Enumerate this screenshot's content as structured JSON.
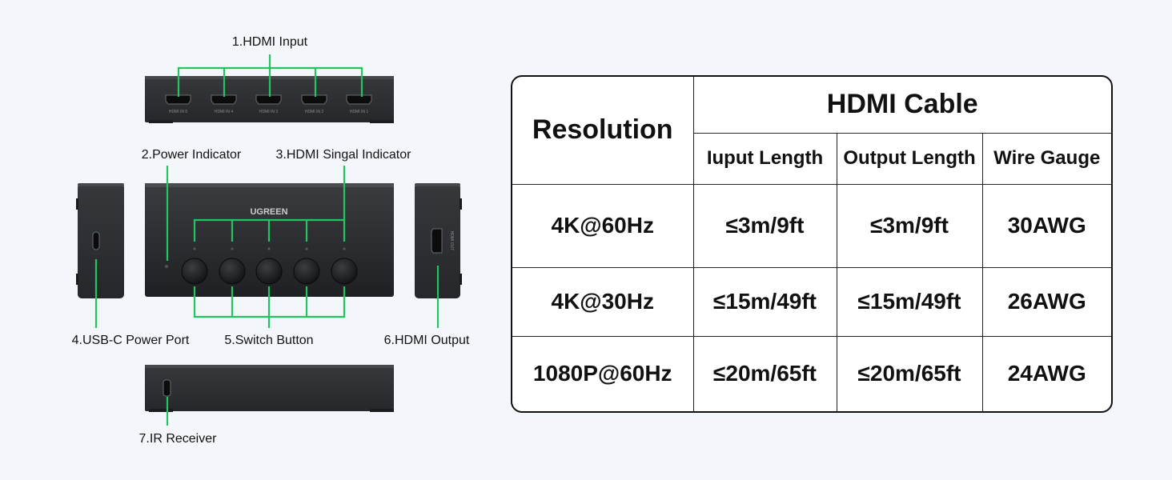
{
  "diagram": {
    "labels": {
      "hdmi_input": "1.HDMI Input",
      "power_indicator": "2.Power Indicator",
      "hdmi_signal_indicator": "3.HDMI Singal Indicator",
      "usbc_power_port": "4.USB-C Power Port",
      "switch_button": "5.Switch Button",
      "hdmi_output": "6.HDMI Output",
      "ir_receiver": "7.IR Receiver"
    },
    "brand": "UGREEN",
    "port_labels": [
      "HDMI IN 5",
      "HDMI IN 4",
      "HDMI IN 3",
      "HDMI IN 2",
      "HDMI IN 1"
    ],
    "output_port_label": "HDMI OUT",
    "accent_color": "#22c55e",
    "device_color": "#2b2d31"
  },
  "table": {
    "header": {
      "resolution": "Resolution",
      "group": "HDMI Cable",
      "columns": [
        "Iuput Length",
        "Output Length",
        "Wire Gauge"
      ]
    },
    "rows": [
      {
        "resolution": "4K@60Hz",
        "input": "≤3m/9ft",
        "output": "≤3m/9ft",
        "gauge": "30AWG"
      },
      {
        "resolution": "4K@30Hz",
        "input": "≤15m/49ft",
        "output": "≤15m/49ft",
        "gauge": "26AWG"
      },
      {
        "resolution": "1080P@60Hz",
        "input": "≤20m/65ft",
        "output": "≤20m/65ft",
        "gauge": "24AWG"
      }
    ]
  }
}
